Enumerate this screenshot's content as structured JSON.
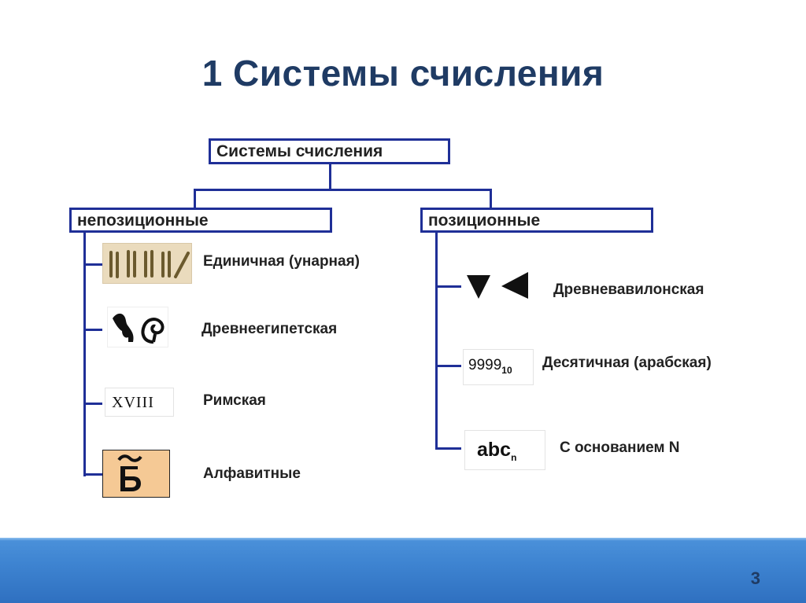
{
  "title": "1 Системы счисления",
  "root": {
    "label": "Системы счисления"
  },
  "left_branch": {
    "label": "непозиционные",
    "items": [
      {
        "label": "Единичная (унарная)",
        "icon": "tally-marks-image"
      },
      {
        "label": "Древнеегипетская",
        "icon": "hieroglyphs-image"
      },
      {
        "label": "Римская",
        "icon": "roman-numeral-image",
        "sample": "XVIII"
      },
      {
        "label": "Алфавитные",
        "icon": "slavonic-letter-image"
      }
    ]
  },
  "right_branch": {
    "label": "позиционные",
    "items": [
      {
        "label": "Древневавилонская",
        "icon": "cuneiform-image"
      },
      {
        "label": "Десятичная (арабская)",
        "icon": "decimal-number-image",
        "sample_base": "9999",
        "sample_sub": "10"
      },
      {
        "label": "С основанием N",
        "icon": "base-n-image",
        "sample_base": "abc",
        "sample_sub": "n"
      }
    ]
  },
  "page_number": "3",
  "colors": {
    "title": "#1f3b64",
    "lines": "#1f2f97",
    "footer": "#3f85d2"
  }
}
